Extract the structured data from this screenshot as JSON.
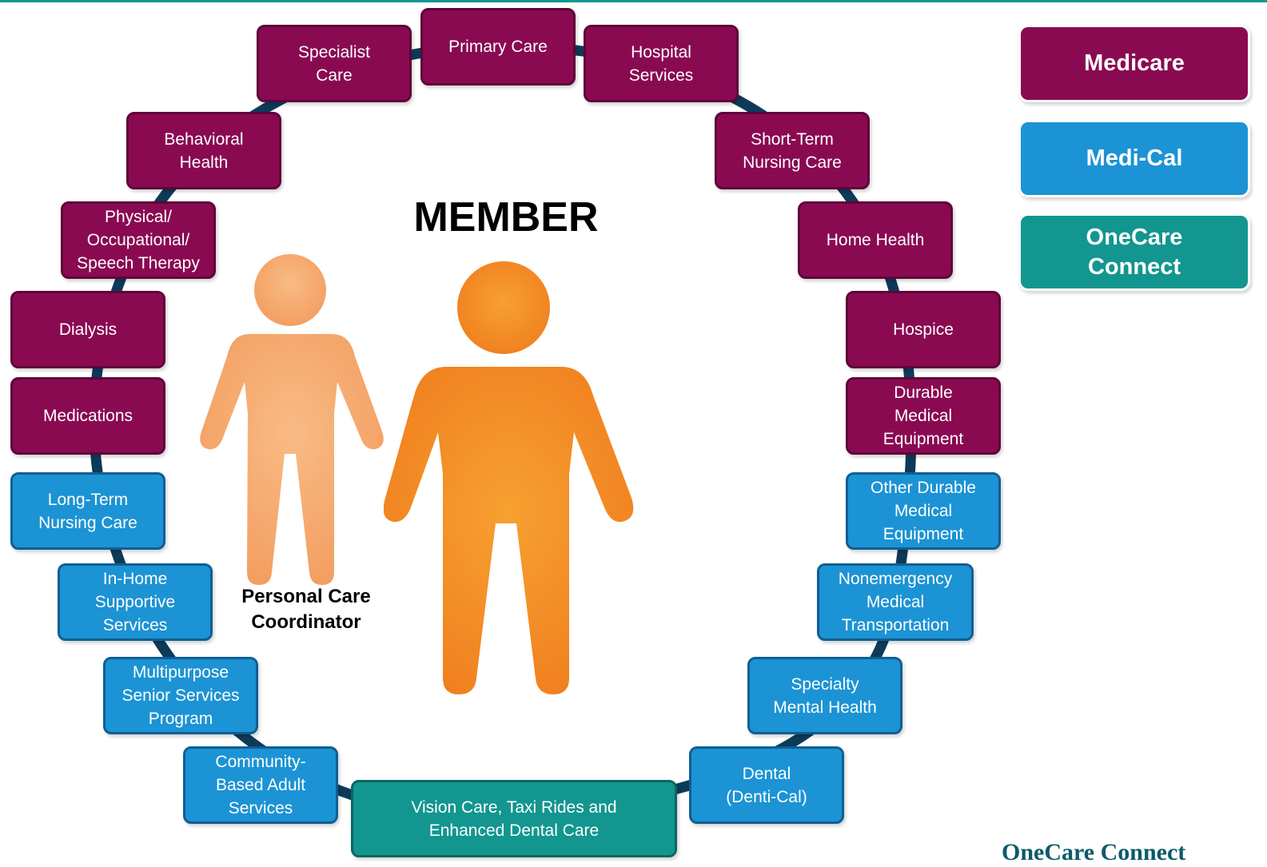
{
  "title": "MEMBER",
  "coordinator_label": "Personal Care\nCoordinator",
  "legend": [
    {
      "label": "Medicare",
      "type": "medicare"
    },
    {
      "label": "Medi-Cal",
      "type": "medical"
    },
    {
      "label": "OneCare\nConnect",
      "type": "onecare"
    }
  ],
  "services": [
    {
      "label": "Primary Care",
      "type": "medicare"
    },
    {
      "label": "Hospital\nServices",
      "type": "medicare"
    },
    {
      "label": "Short-Term\nNursing Care",
      "type": "medicare"
    },
    {
      "label": "Home Health",
      "type": "medicare"
    },
    {
      "label": "Hospice",
      "type": "medicare"
    },
    {
      "label": "Durable\nMedical\nEquipment",
      "type": "medicare"
    },
    {
      "label": "Other Durable\nMedical\nEquipment",
      "type": "medical"
    },
    {
      "label": "Nonemergency\nMedical\nTransportation",
      "type": "medical"
    },
    {
      "label": "Specialty\nMental Health",
      "type": "medical"
    },
    {
      "label": "Dental\n(Denti-Cal)",
      "type": "medical"
    },
    {
      "label": "Vision Care, Taxi Rides and\nEnhanced Dental Care",
      "type": "onecare"
    },
    {
      "label": "Community-\nBased Adult\nServices",
      "type": "medical"
    },
    {
      "label": "Multipurpose\nSenior Services\nProgram",
      "type": "medical"
    },
    {
      "label": "In-Home\nSupportive\nServices",
      "type": "medical"
    },
    {
      "label": "Long-Term\nNursing Care",
      "type": "medical"
    },
    {
      "label": "Medications",
      "type": "medicare"
    },
    {
      "label": "Dialysis",
      "type": "medicare"
    },
    {
      "label": "Physical/\nOccupational/\nSpeech Therapy",
      "type": "medicare"
    },
    {
      "label": "Behavioral\nHealth",
      "type": "medicare"
    },
    {
      "label": "Specialist\nCare",
      "type": "medicare"
    }
  ],
  "brand_text": "OneCare Connect",
  "colors": {
    "medicare": "#8a0a52",
    "medical": "#1c93d4",
    "onecare": "#12968f",
    "ring": "#0e3a5a",
    "member_figure": "#f28a21",
    "coordinator_figure": "#f6ab72"
  }
}
